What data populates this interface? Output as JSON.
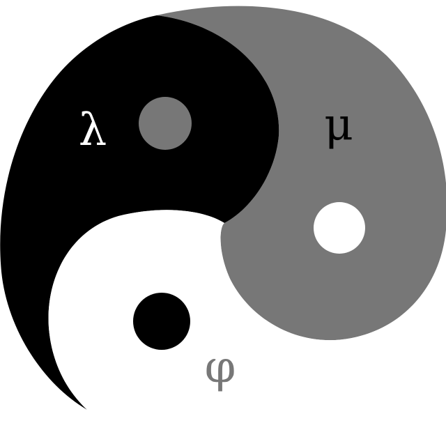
{
  "symbols": {
    "lambda": "λ",
    "mu": "μ",
    "phi": "φ"
  },
  "colors": {
    "background": "#ffffff",
    "black": "#000000",
    "gray": "#777777",
    "white": "#ffffff"
  }
}
